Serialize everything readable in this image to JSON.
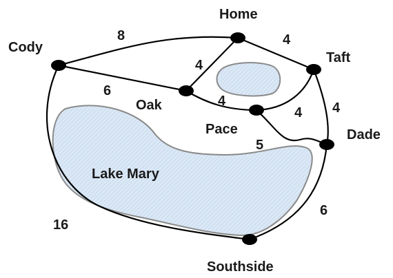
{
  "colors": {
    "lake_fill": "#dbe8f5",
    "lake_stroke": "#8a8a8a",
    "edge": "#000000",
    "node": "#000000",
    "text": "#1a1a1a"
  },
  "lakes": {
    "main_label": "Lake Mary"
  },
  "towns": {
    "home": "Home",
    "cody": "Cody",
    "taft": "Taft",
    "oak": "Oak",
    "pace": "Pace",
    "dade": "Dade",
    "southside": "Southside"
  },
  "weights": {
    "cody_home": "8",
    "home_taft": "4",
    "home_oak": "4",
    "cody_oak": "6",
    "oak_pace": "4",
    "pace_taft": "4",
    "taft_dade": "4",
    "pace_dade": "5",
    "dade_southside": "6",
    "cody_southside": "16"
  }
}
